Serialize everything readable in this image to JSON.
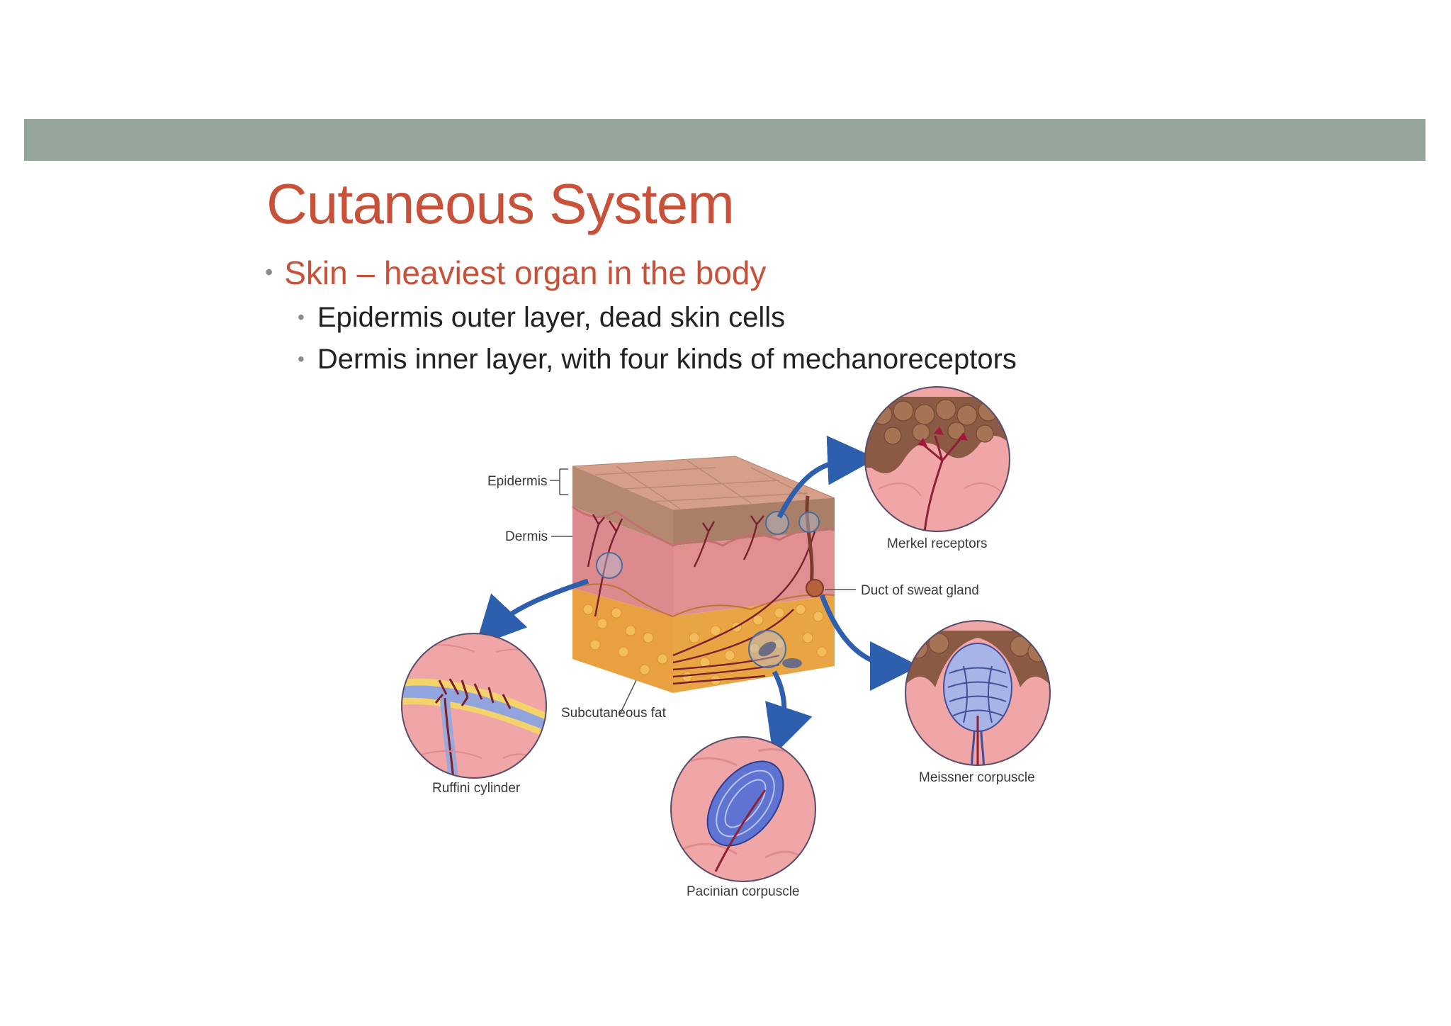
{
  "slide": {
    "title": "Cutaneous System",
    "bullets": [
      "Skin – heaviest organ in the body",
      "Epidermis outer layer, dead skin cells",
      "Dermis inner layer, with four kinds of mechanoreceptors"
    ]
  },
  "diagram": {
    "labels": {
      "epidermis": "Epidermis",
      "dermis": "Dermis",
      "subcutaneous": "Subcutaneous fat",
      "duct": "Duct of sweat gland",
      "merkel": "Merkel receptors",
      "meissner": "Meissner corpuscle",
      "ruffini": "Ruffini cylinder",
      "pacinian": "Pacinian corpuscle"
    }
  },
  "colors": {
    "band": "#95a599",
    "title": "#c8513a",
    "text": "#222222"
  }
}
